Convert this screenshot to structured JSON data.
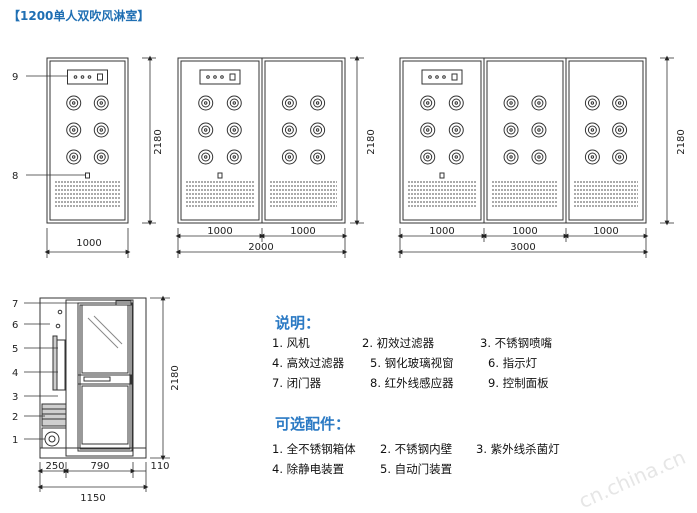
{
  "title": "【1200单人双吹风淋室】",
  "dims": {
    "height": "2180",
    "w1000": "1000",
    "w2000": "2000",
    "w3000": "3000",
    "w250": "250",
    "w790": "790",
    "w110": "110",
    "w1150": "1150"
  },
  "labels_top": [
    "9",
    "8"
  ],
  "labels_side": [
    "7",
    "6",
    "5",
    "4",
    "3",
    "2",
    "1"
  ],
  "legend": {
    "title": "说明：",
    "items": [
      "1. 风机",
      "2. 初效过滤器",
      "3. 不锈钢喷嘴",
      "4. 高效过滤器",
      "5. 钢化玻璃视窗",
      "6. 指示灯",
      "7. 闭门器",
      "8. 红外线感应器",
      "9. 控制面板"
    ]
  },
  "options": {
    "title": "可选配件：",
    "items": [
      "1. 全不锈钢箱体",
      "2. 不锈钢内壁",
      "3. 紫外线杀菌灯",
      "4. 除静电装置",
      "5. 自动门装置"
    ]
  },
  "watermark": "cn.china.cn"
}
